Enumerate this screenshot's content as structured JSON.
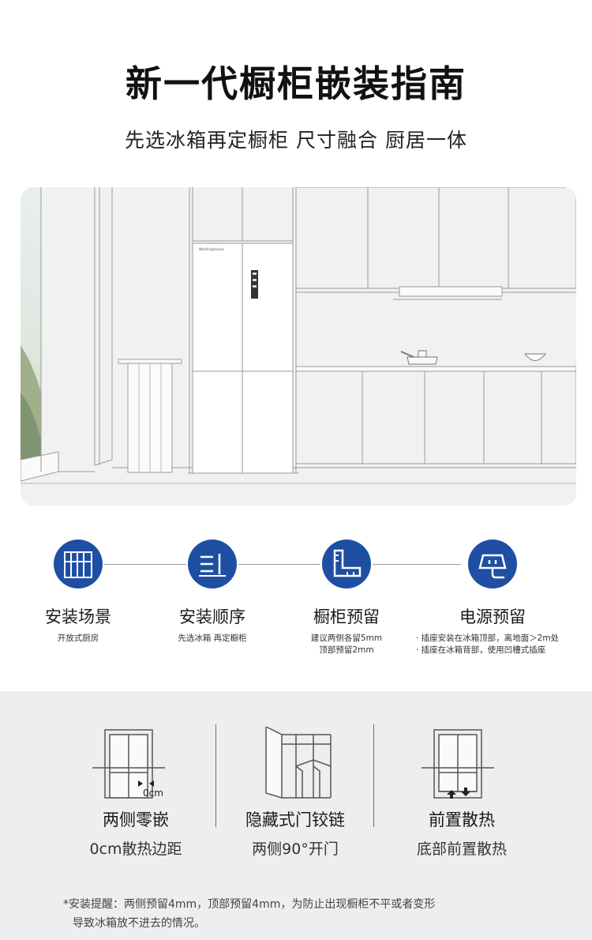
{
  "header": {
    "title": "新一代橱柜嵌装指南",
    "subtitle": "先选冰箱再定橱柜 尺寸融合 厨居一体"
  },
  "scene": {
    "fridge_brand": "Westinghouse"
  },
  "steps": [
    {
      "icon": "scene-grid-icon",
      "label": "安装场景",
      "desc": [
        "开放式厨房"
      ]
    },
    {
      "icon": "order-icon",
      "label": "安装顺序",
      "desc": [
        "先选冰箱 再定橱柜"
      ]
    },
    {
      "icon": "ruler-icon",
      "label": "橱柜预留",
      "desc": [
        "建议两侧各留5mm",
        "顶部预留2mm"
      ]
    },
    {
      "icon": "power-plug-icon",
      "label": "电源预留",
      "desc": [
        "· 插座安装在冰箱顶部，离地面＞2m处",
        "· 插座在冰箱背部，使用凹槽式插座"
      ]
    }
  ],
  "features": [
    {
      "icon": "side-embed-icon",
      "title": "两侧零嵌",
      "subtitle": "0cm散热边距",
      "annotation": "0cm"
    },
    {
      "icon": "hidden-hinge-icon",
      "title": "隐藏式门铰链",
      "subtitle": "两侧90°开门"
    },
    {
      "icon": "front-vent-icon",
      "title": "前置散热",
      "subtitle": "底部前置散热"
    }
  ],
  "note": {
    "line1": "*安装提醒：两侧预留4mm，顶部预留4mm，为防止出现橱柜不平或者变形",
    "line2": "导致冰箱放不进去的情况。"
  },
  "colors": {
    "accent": "#1f4fa3",
    "scene_bg": "#f1f1f1",
    "bottom_bg": "#eeeeee"
  }
}
